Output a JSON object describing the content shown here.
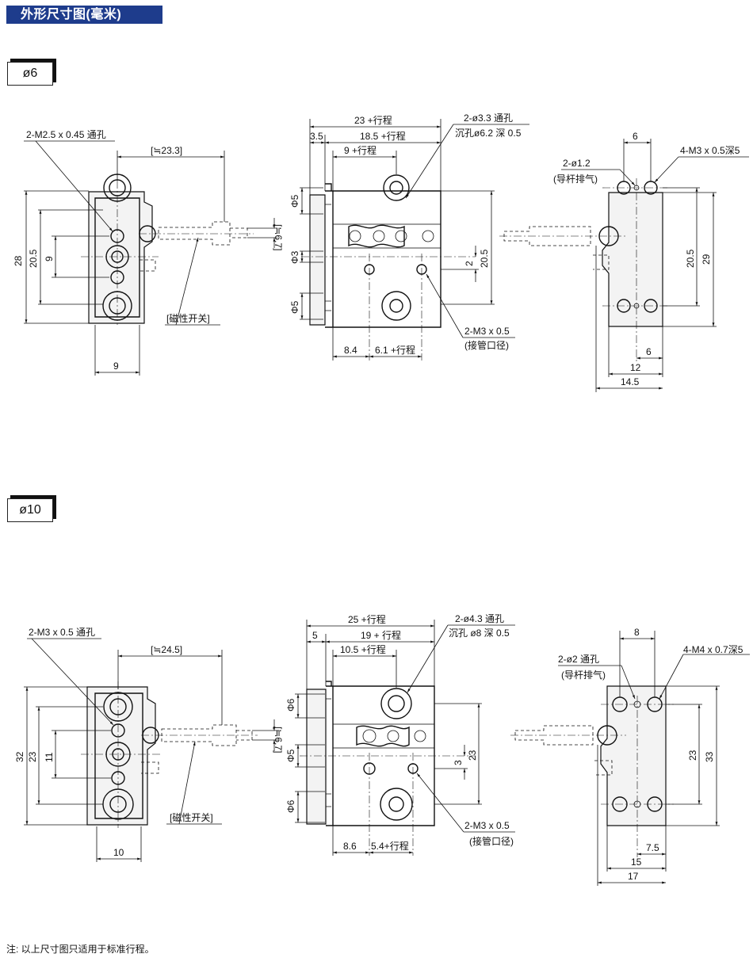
{
  "header": {
    "title": "外形尺寸图(毫米)"
  },
  "sections": [
    {
      "tag": "ø6",
      "left_view": {
        "port_label": "2-M2.5 x 0.45 通孔",
        "switch_dim": "[≒23.3]",
        "switch_height": "[≒6.7]",
        "switch_label": "[磁性开关]",
        "height_outer": "28",
        "height_inner": "20.5",
        "height_small": "9",
        "width_bottom": "9"
      },
      "center_view": {
        "total_len": "23 +行程",
        "body_len": "18.5 +行程",
        "mid_len": "9 +行程",
        "flange": "3.5",
        "hole_label_1": "2-ø3.3 通孔",
        "hole_label_2": "沉孔ø6.2 深 0.5",
        "dia_top": "Φ5",
        "dia_mid": "Φ3",
        "dia_bot": "Φ5",
        "offset": "2",
        "height": "20.5",
        "port_label_1": "2-M3 x 0.5",
        "port_label_2": "(接管口径)",
        "bottom_a": "8.4",
        "bottom_b": "6.1 +行程"
      },
      "right_view": {
        "pin_label_1": "2-ø1.2",
        "pin_label_2": "(导杆排气)",
        "thread_label": "4-M3 x 0.5深5",
        "top_width": "6",
        "height_inner": "20.5",
        "height_outer": "29",
        "w_small": "6",
        "w_mid": "12",
        "w_outer": "14.5"
      }
    },
    {
      "tag": "ø10",
      "left_view": {
        "port_label": "2-M3 x 0.5 通孔",
        "switch_dim": "[≒24.5]",
        "switch_height": "[≒6.7]",
        "switch_label": "[磁性开关]",
        "height_outer": "32",
        "height_inner": "23",
        "height_small": "11",
        "width_bottom": "10"
      },
      "center_view": {
        "total_len": "25 +行程",
        "body_len": "19 + 行程",
        "mid_len": "10.5 +行程",
        "flange": "5",
        "hole_label_1": "2-ø4.3 通孔",
        "hole_label_2": "沉孔 ø8 深 0.5",
        "dia_top": "Φ6",
        "dia_mid": "Φ5",
        "dia_bot": "Φ6",
        "offset": "3",
        "height": "23",
        "port_label_1": "2-M3 x 0.5",
        "port_label_2": "(接管口径)",
        "bottom_a": "8.6",
        "bottom_b": "5.4+行程"
      },
      "right_view": {
        "pin_label_1": "2-ø2 通孔",
        "pin_label_2": "(导杆排气)",
        "thread_label": "4-M4 x 0.7深5",
        "top_width": "8",
        "height_inner": "23",
        "height_outer": "33",
        "w_small": "7.5",
        "w_mid": "15",
        "w_outer": "17"
      }
    }
  ],
  "note": "注: 以上尺寸图只适用于标准行程。"
}
